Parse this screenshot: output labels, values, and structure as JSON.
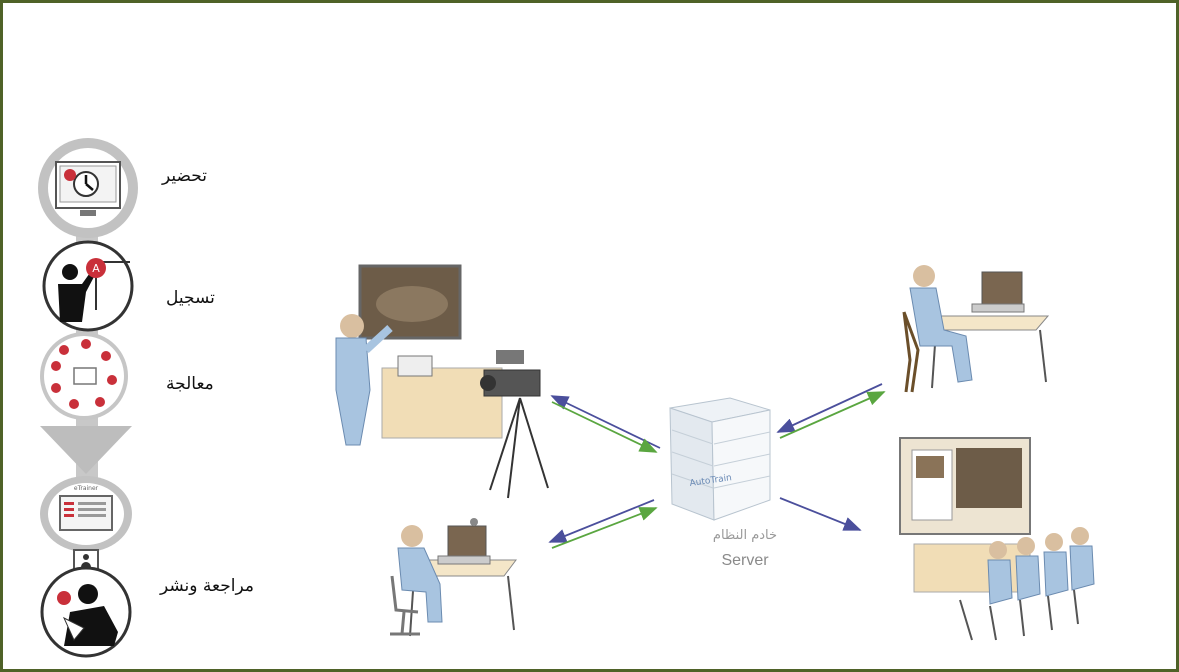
{
  "steps": {
    "prepare": "تحضير",
    "record": "تسجيل",
    "process": "معالجة",
    "review_publish": "مراجعة ونشر"
  },
  "server": {
    "label_ar": "خادم النظام",
    "label_en": "Server",
    "brand": "AutoTrain"
  },
  "screen_header_text": "eTrainer",
  "icons": [
    "clock-icon",
    "presenter-icon",
    "process-icon",
    "arrow-down-icon",
    "screen-icon",
    "speaker-icon",
    "reviewer-icon"
  ],
  "colors": {
    "frame": "#4f6228",
    "arrow_blue": "#4b4f9c",
    "arrow_green": "#5aa640",
    "circle_gray": "#bdbdbd"
  }
}
